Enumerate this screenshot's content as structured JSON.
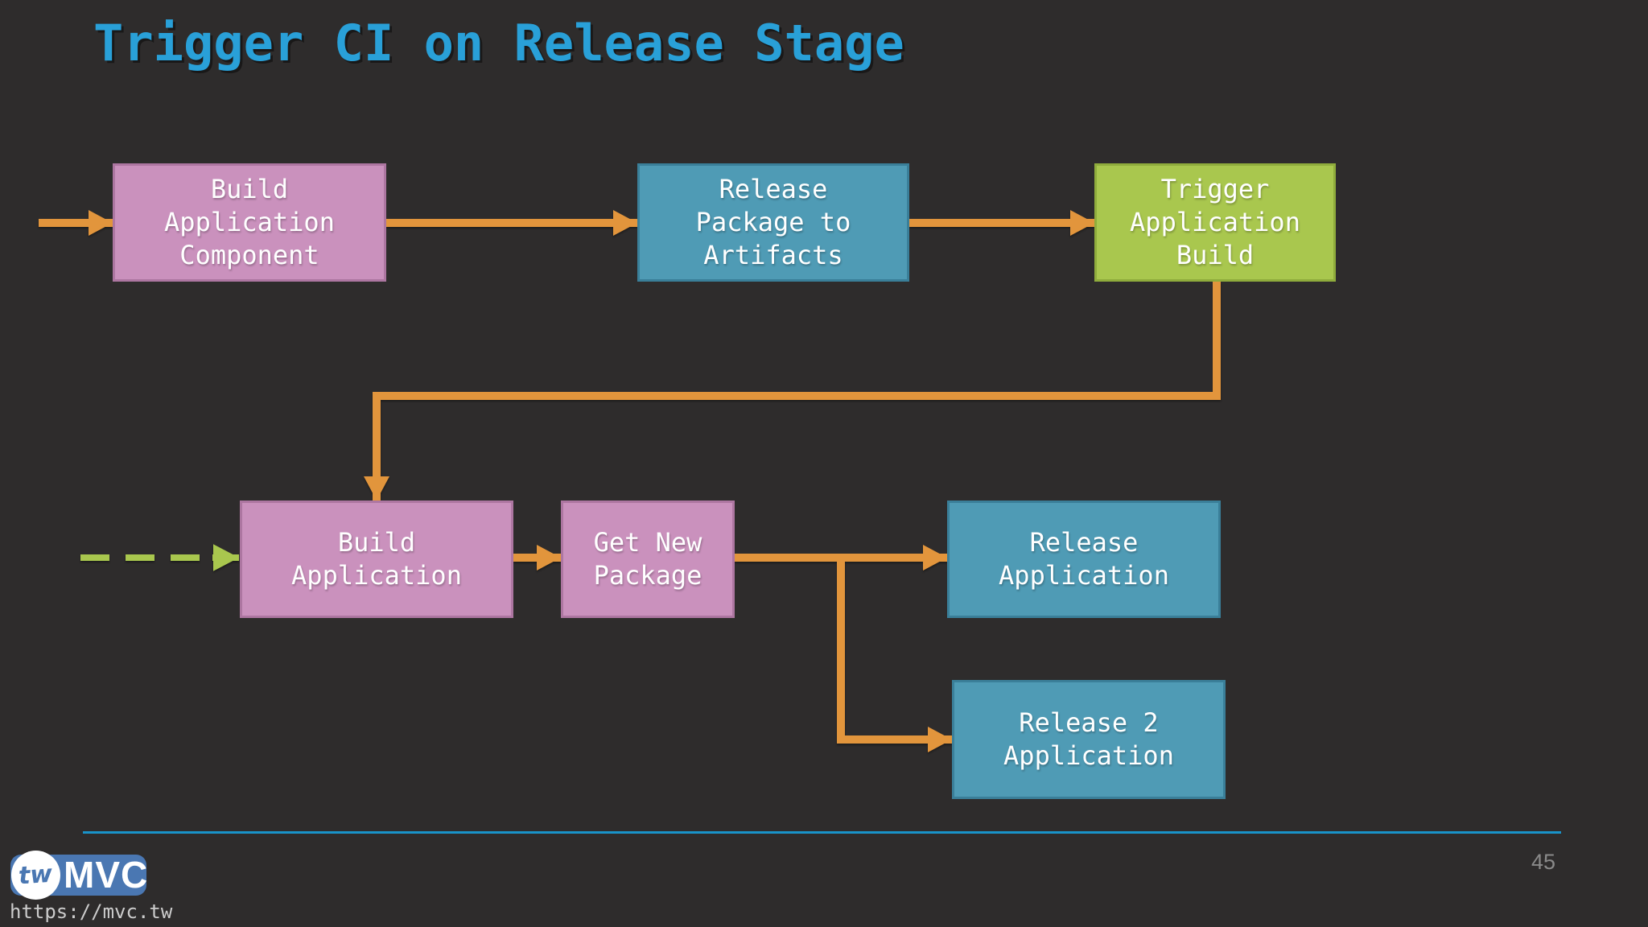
{
  "slide": {
    "title": "Trigger CI on Release Stage",
    "page_number": "45"
  },
  "diagram": {
    "nodes": [
      {
        "id": "build-application-component",
        "label": "Build\nApplication\nComponent",
        "color": "pink"
      },
      {
        "id": "release-package-to-artifacts",
        "label": "Release\nPackage to\nArtifacts",
        "color": "blue"
      },
      {
        "id": "trigger-application-build",
        "label": "Trigger\nApplication\nBuild",
        "color": "green"
      },
      {
        "id": "build-application",
        "label": "Build\nApplication",
        "color": "pink"
      },
      {
        "id": "get-new-package",
        "label": "Get New\nPackage",
        "color": "pink"
      },
      {
        "id": "release-application",
        "label": "Release\nApplication",
        "color": "blue"
      },
      {
        "id": "release-2-application",
        "label": "Release 2\nApplication",
        "color": "blue"
      }
    ],
    "connectors": [
      {
        "from": "start",
        "to": "build-application-component",
        "style": "orange-solid"
      },
      {
        "from": "build-application-component",
        "to": "release-package-to-artifacts",
        "style": "orange-solid"
      },
      {
        "from": "release-package-to-artifacts",
        "to": "trigger-application-build",
        "style": "orange-solid"
      },
      {
        "from": "trigger-application-build",
        "to": "build-application",
        "style": "orange-solid-elbow"
      },
      {
        "from": "start-dashed",
        "to": "build-application",
        "style": "green-dashed"
      },
      {
        "from": "build-application",
        "to": "get-new-package",
        "style": "orange-solid"
      },
      {
        "from": "get-new-package",
        "to": "release-application",
        "style": "orange-solid"
      },
      {
        "from": "get-new-package",
        "to": "release-2-application",
        "style": "orange-solid-elbow"
      }
    ]
  },
  "footer": {
    "logo": {
      "badge": "tw",
      "brand": "MVC"
    },
    "url": "https://mvc.tw"
  },
  "colors": {
    "background": "#2E2C2C",
    "title": "#29A0D8",
    "node_text": "#FFFFFF",
    "node_pink": "#CA91BD",
    "node_pink_border": "#AD76A1",
    "node_blue": "#4F9BB5",
    "node_blue_border": "#3A7F99",
    "node_green": "#A9C74E",
    "node_green_border": "#8FAC3C",
    "arrow_orange": "#E2953C",
    "arrow_green_dashed": "#A9C74E",
    "footer_line": "#1993C9",
    "page_number": "#8A8A8A",
    "url_text": "#CCCCCC",
    "logo_background": "#4A77B2"
  }
}
